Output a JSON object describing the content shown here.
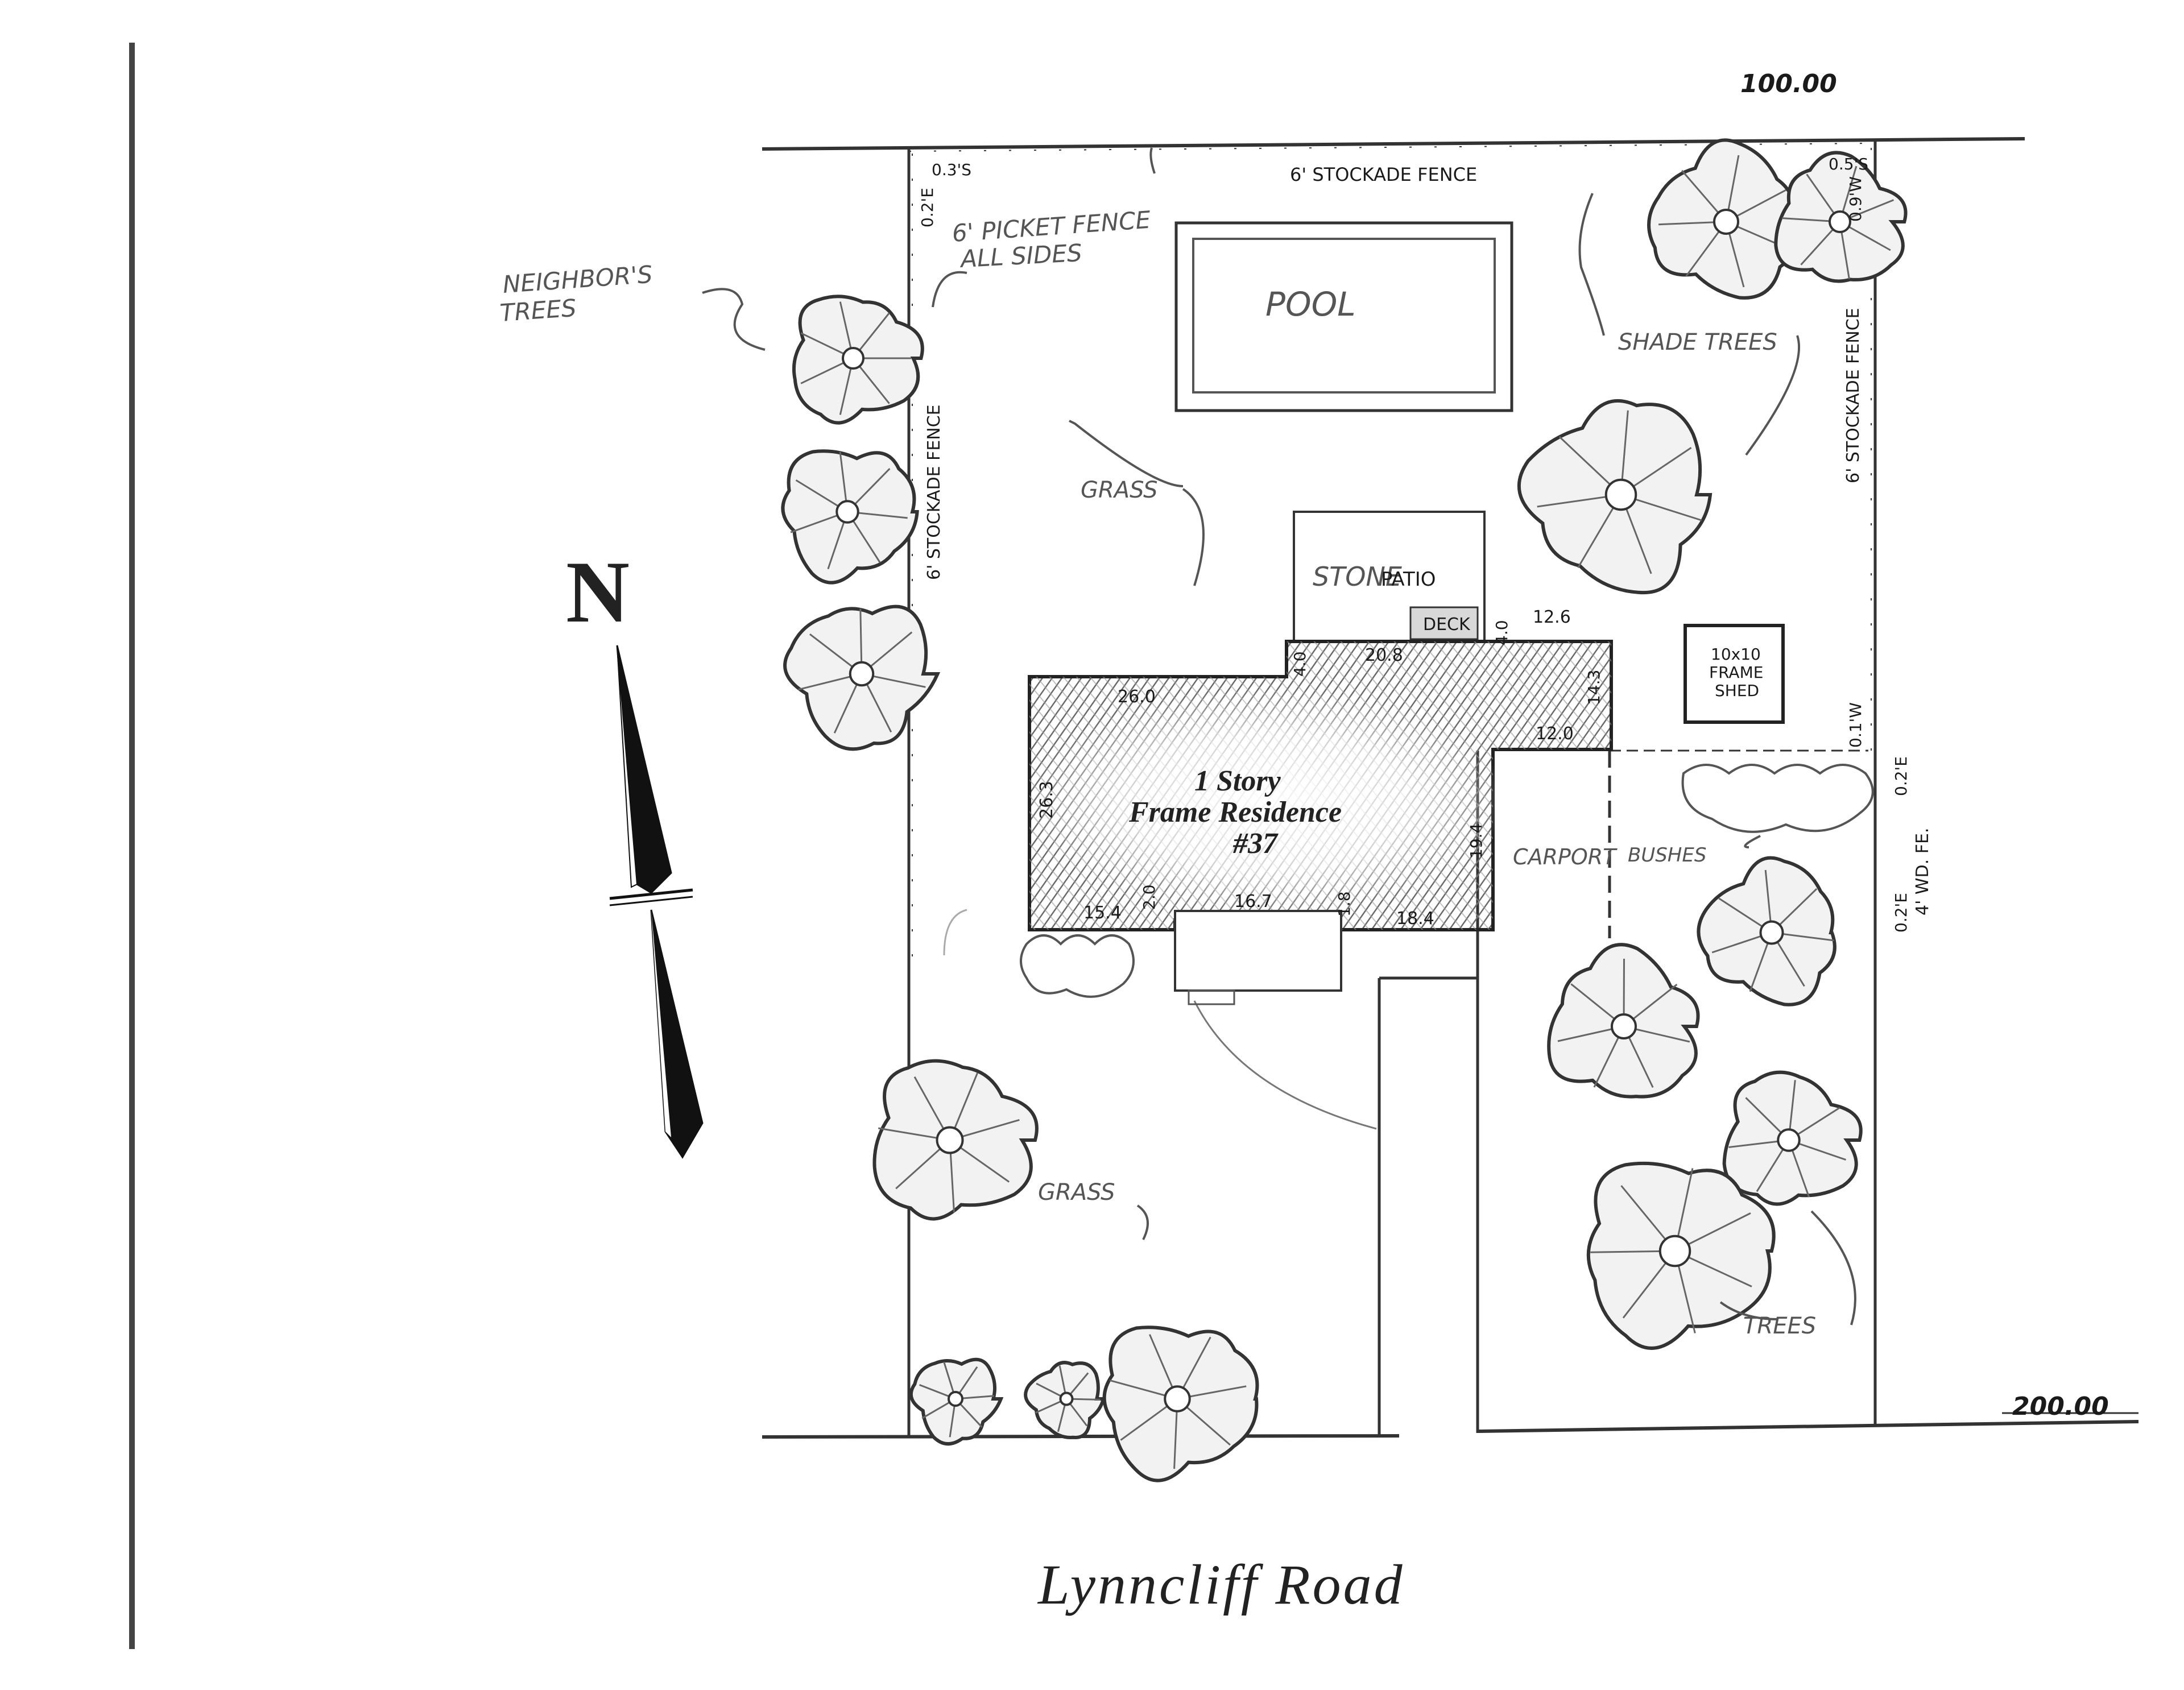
{
  "plan": {
    "road_name": "Lynncliff Road",
    "north_letter": "N",
    "dims": {
      "top_length": "100.00",
      "side_length": "200.00",
      "house_top": "26.0",
      "house_left": "26.3",
      "house_bottom_left": "15.4",
      "house_bottom_a": "2.0",
      "house_bottom_mid": "16.7",
      "house_bottom_b": "1.8",
      "house_bottom_right": "18.4",
      "house_step_left": "4.0",
      "house_step_top": "20.8",
      "house_step_right": "4.0",
      "house_ne_top": "12.6",
      "house_ne_side": "14.3",
      "house_ne_bottom": "12.0",
      "house_east_side": "19.4"
    },
    "offsets": {
      "nw_south": "0.3'S",
      "nw_east": "0.2'E",
      "ne_south": "0.5'S",
      "ne_west": "0.9'W",
      "shed_west": "0.1'W",
      "fence_east_top": "0.2'E",
      "fence_east_bottom": "0.2'E"
    },
    "labels": {
      "fence_top": "6' STOCKADE FENCE",
      "fence_left": "6' STOCKADE FENCE",
      "fence_right": "6' STOCKADE FENCE",
      "wood_fence": "4' WD. FE.",
      "picket_fence": "6' PICKET FENCE",
      "all_sides": "ALL SIDES",
      "neighbors_trees_1": "NEIGHBOR'S",
      "neighbors_trees_2": "TREES",
      "pool": "POOL",
      "grass_1": "GRASS",
      "grass_2": "GRASS",
      "stone": "STONE",
      "patio": "PATIO",
      "deck": "DECK",
      "shade_trees": "SHADE TREES",
      "shed_1": "10x10",
      "shed_2": "FRAME",
      "shed_3": "SHED",
      "house_1": "1 Story",
      "house_2": "Frame Residence",
      "house_3": "#37",
      "carport": "CARPORT",
      "bushes": "BUSHES",
      "trees": "TREES"
    }
  }
}
